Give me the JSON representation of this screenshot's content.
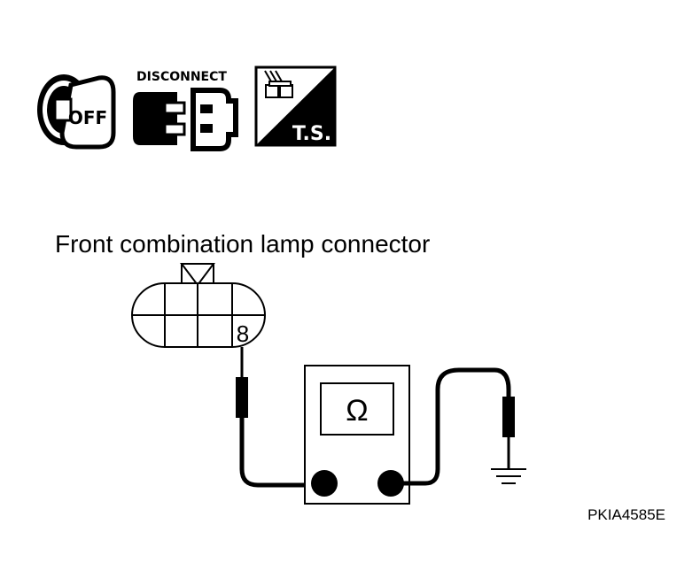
{
  "icons": {
    "ignition_key": {
      "icon": "ignition-key-off-icon",
      "text": "OFF"
    },
    "disconnect": {
      "icon": "connector-disconnect-icon",
      "text": "DISCONNECT"
    },
    "tester": {
      "icon": "connector-tester-ts-icon",
      "text": "T.S."
    }
  },
  "diagram": {
    "connector_title": "Front combination lamp connector",
    "terminal_number": "8",
    "meter_symbol": "Ω",
    "figure_code": "PKIA4585E"
  }
}
